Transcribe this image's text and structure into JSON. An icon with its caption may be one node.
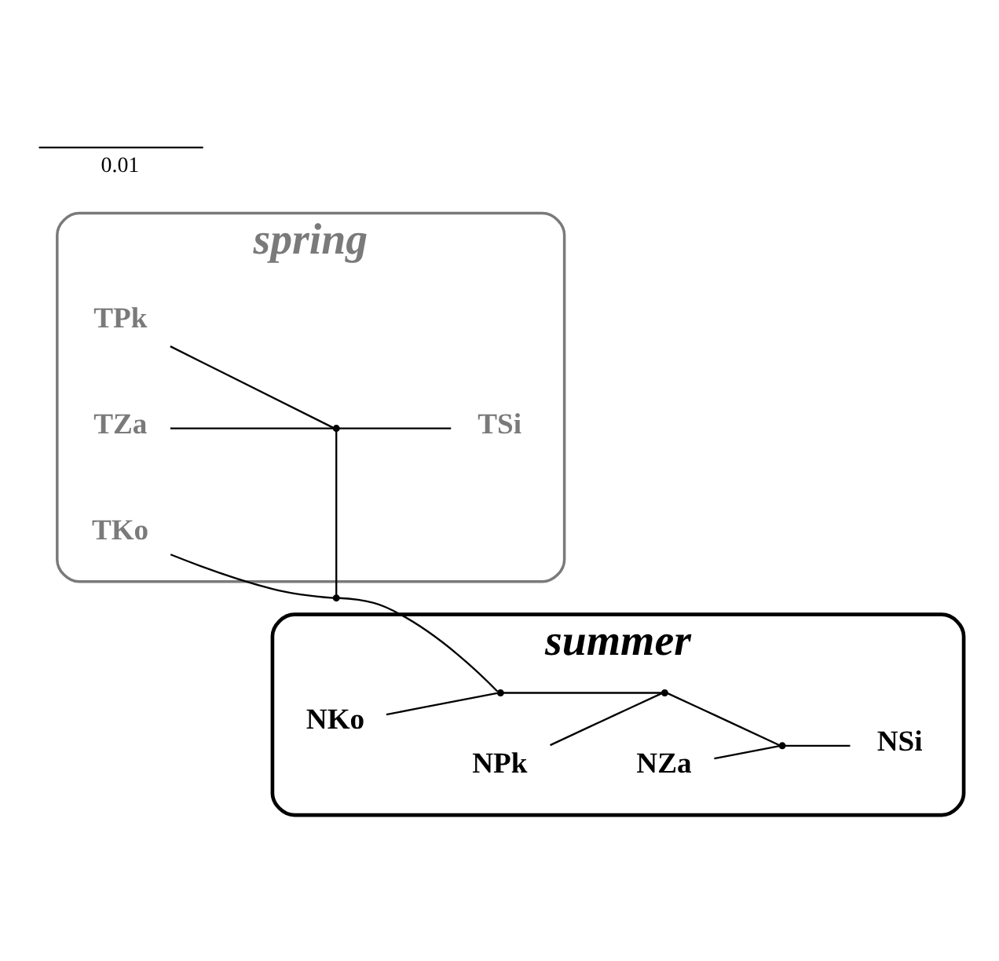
{
  "diagram": {
    "nodes": [
      {
        "text": [
          "spring"
        ]
      },
      {
        "text": [
          "TKo"
        ],
        "in": 0
      },
      {
        "text": [
          "TPk"
        ],
        "in": 0
      },
      {
        "text": [
          "TZa"
        ],
        "in": 0
      },
      {
        "text": [
          "TSi"
        ],
        "in": 0
      },
      {
        "text": [],
        "shape": "point",
        "in": 0
      },
      {
        "text": [],
        "shape": "point"
      },
      {
        "text": [
          "summer"
        ]
      },
      {
        "text": [
          "NKo"
        ],
        "in": 7
      },
      {
        "text": [
          "NPk"
        ],
        "in": 7
      },
      {
        "text": [
          "NSi"
        ],
        "in": 7
      },
      {
        "text": [
          "NZa"
        ],
        "in": 7
      },
      {
        "text": [],
        "shape": "point",
        "in": 7
      },
      {
        "text": [],
        "shape": "point",
        "in": 7
      },
      {
        "text": [],
        "shape": "point",
        "in": 7
      }
    ],
    "edges": [
      {
        "from": 1,
        "to": 6,
        "arrow": "none"
      },
      {
        "from": 6,
        "to": 5,
        "arrow": "none"
      },
      {
        "from": 2,
        "to": 5,
        "arrow": "none"
      },
      {
        "from": 3,
        "to": 5,
        "arrow": "none"
      },
      {
        "from": 5,
        "to": 4,
        "arrow": "none"
      },
      {
        "from": 6,
        "to": 12,
        "arrow": "none"
      },
      {
        "from": 8,
        "to": 12,
        "arrow": "none"
      },
      {
        "from": 12,
        "to": 13,
        "arrow": "none"
      },
      {
        "from": 9,
        "to": 13,
        "arrow": "none"
      },
      {
        "from": 13,
        "to": 14,
        "arrow": "none"
      },
      {
        "from": 11,
        "to": 14,
        "arrow": "none"
      },
      {
        "from": 14,
        "to": 10,
        "arrow": "none"
      }
    ],
    "labels": [
      "0.01"
    ]
  }
}
